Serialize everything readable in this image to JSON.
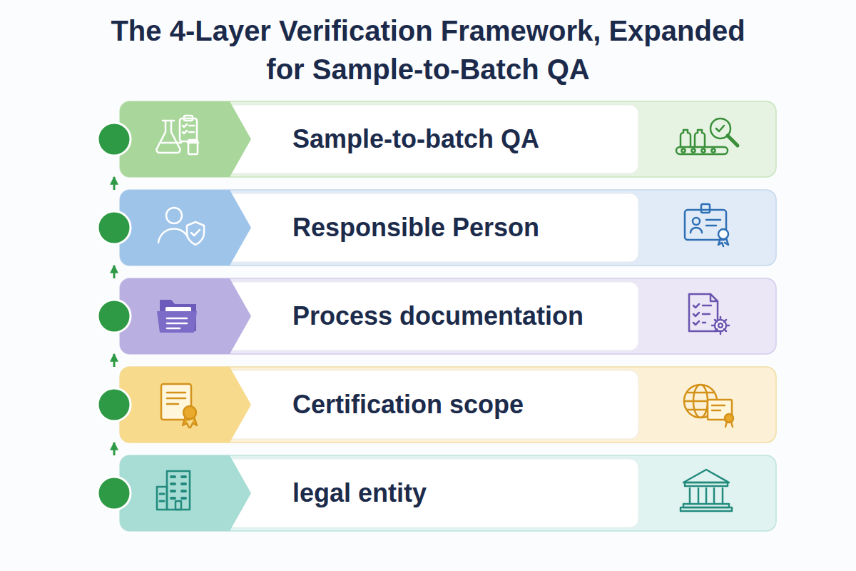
{
  "diagram": {
    "title": "The 4-Layer Verification Framework, Expanded for Sample-to-Batch QA",
    "nodes": [
      {
        "text": [
          "Sample-to-batch QA"
        ]
      },
      {
        "text": [
          "Responsible Person"
        ]
      },
      {
        "text": [
          "Process documentation"
        ]
      },
      {
        "text": [
          "Certification scope"
        ]
      },
      {
        "text": [
          "legal entity"
        ]
      }
    ],
    "edges": [
      {
        "from": 4,
        "to": 3,
        "arrow": "to"
      },
      {
        "from": 3,
        "to": 2,
        "arrow": "to"
      },
      {
        "from": 2,
        "to": 1,
        "arrow": "to"
      },
      {
        "from": 1,
        "to": 0,
        "arrow": "to"
      }
    ]
  }
}
